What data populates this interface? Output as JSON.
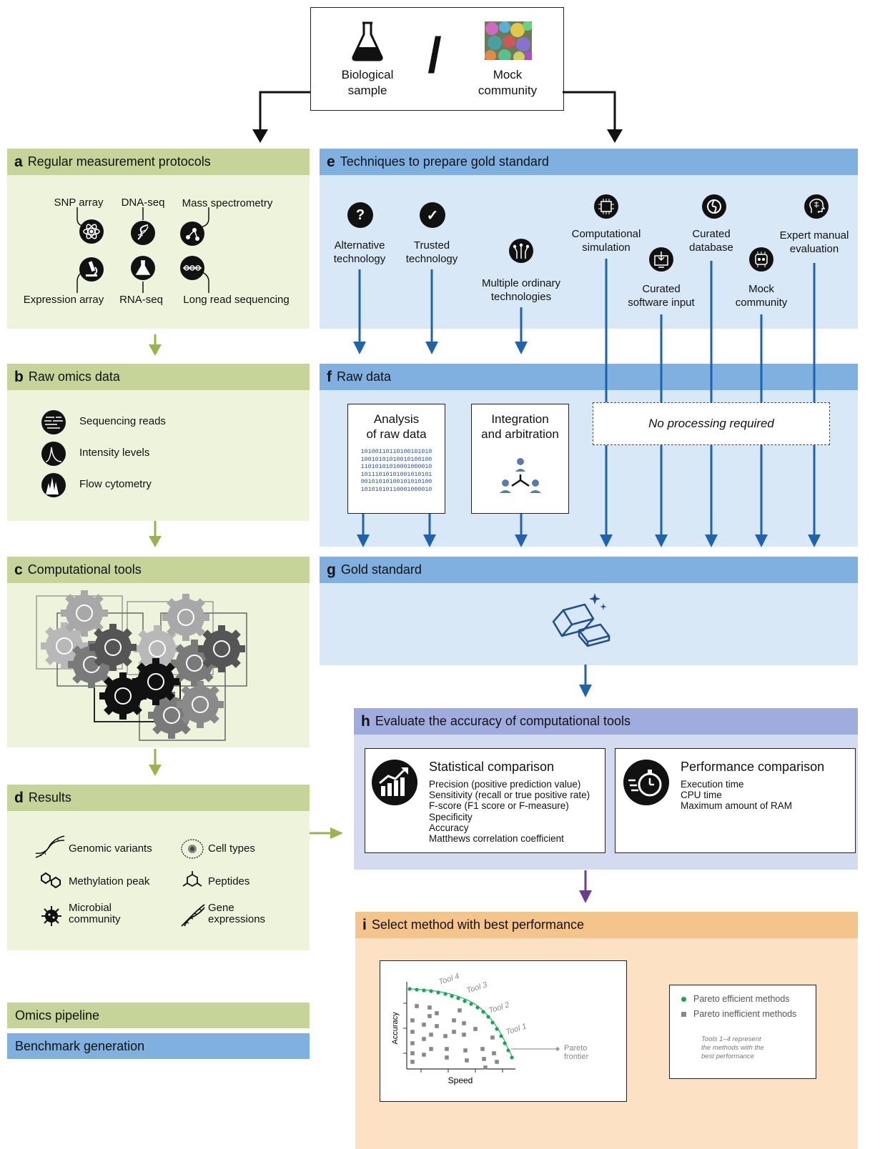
{
  "top": {
    "left_label_line1": "Biological",
    "left_label_line2": "sample",
    "separator": "/",
    "right_label_line1": "Mock",
    "right_label_line2": "community"
  },
  "panel_a": {
    "letter": "a",
    "title": "Regular measurement protocols",
    "items": [
      "SNP array",
      "DNA-seq",
      "Mass spectrometry",
      "Expression array",
      "RNA-seq",
      "Long read sequencing"
    ]
  },
  "panel_b": {
    "letter": "b",
    "title": "Raw omics data",
    "items": [
      "Sequencing reads",
      "Intensity levels",
      "Flow cytometry"
    ]
  },
  "panel_c": {
    "letter": "c",
    "title": "Computational tools"
  },
  "panel_d": {
    "letter": "d",
    "title": "Results",
    "items": [
      "Genomic variants",
      "Cell types",
      "Methylation peak",
      "Peptides",
      "Microbial community",
      "Gene expressions"
    ]
  },
  "legend": {
    "omics": "Omics pipeline",
    "benchmark": "Benchmark generation"
  },
  "panel_e": {
    "letter": "e",
    "title": "Techniques to prepare gold standard",
    "techniques": [
      {
        "line1": "Alternative",
        "line2": "technology"
      },
      {
        "line1": "Trusted",
        "line2": "technology"
      },
      {
        "line1": "Multiple ordinary",
        "line2": "technologies"
      },
      {
        "line1": "Computational",
        "line2": "simulation"
      },
      {
        "line1": "Curated",
        "line2": "software input"
      },
      {
        "line1": "Curated",
        "line2": "database"
      },
      {
        "line1": "Mock",
        "line2": "community"
      },
      {
        "line1": "Expert manual",
        "line2": "evaluation"
      }
    ]
  },
  "panel_f": {
    "letter": "f",
    "title": "Raw data",
    "analysis_line1": "Analysis",
    "analysis_line2": "of raw data",
    "binary": [
      "10100110110100101010",
      "10010101010010100100",
      "11010101010001000010",
      "10111010101001010101",
      "00101010100101010100",
      "10101010110001000010"
    ],
    "integration_line1": "Integration",
    "integration_line2": "and arbitration",
    "no_processing": "No processing required"
  },
  "panel_g": {
    "letter": "g",
    "title": "Gold standard"
  },
  "panel_h": {
    "letter": "h",
    "title": "Evaluate the accuracy of computational tools",
    "stat_title": "Statistical comparison",
    "stat_items": [
      "Precision (positive prediction value)",
      "Sensitivity (recall or true positive rate)",
      "F-score (F1 score or F-measure)",
      "Specificity",
      "Accuracy",
      "Matthews correlation coefficient"
    ],
    "perf_title": "Performance comparison",
    "perf_items": [
      "Execution time",
      "CPU time",
      "Maximum amount of RAM"
    ]
  },
  "panel_i": {
    "letter": "i",
    "title": "Select method with best performance",
    "chart_data": {
      "type": "scatter",
      "xlabel": "Speed",
      "ylabel": "Accuracy",
      "annotations": [
        "Tool 4",
        "Tool 3",
        "Tool 2",
        "Tool 1"
      ],
      "frontier_label_line1": "Pareto",
      "frontier_label_line2": "frontier",
      "series": [
        {
          "name": "Pareto efficient methods",
          "color": "#1aa64a",
          "shape": "circle"
        },
        {
          "name": "Pareto inefficient methods",
          "color": "#888888",
          "shape": "square"
        }
      ]
    },
    "legend_efficient": "Pareto efficient methods",
    "legend_inefficient": "Pareto inefficient methods",
    "note_line1": "Tools 1–4 represent",
    "note_line2": "the methods with the",
    "note_line3": "best performance"
  },
  "colors": {
    "omics_green": "#c6d49a",
    "benchmark_blue": "#7fb0e0",
    "arrow_blue": "#1f63ad",
    "arrow_green": "#9ab34e",
    "arrow_purple": "#6a3d8f"
  }
}
